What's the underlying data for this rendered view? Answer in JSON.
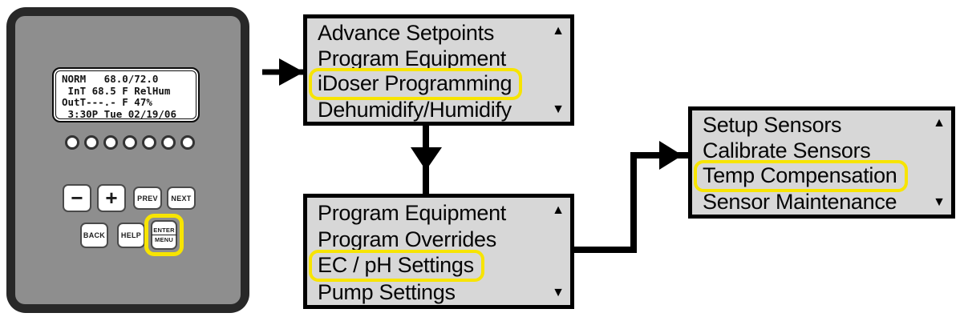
{
  "colors": {
    "highlight_yellow": "#f7e400",
    "menu_background": "#d7d7d7",
    "menu_border": "#000000",
    "device_frame": "#282828",
    "device_faceplate": "#8e8e8e",
    "arrow_color": "#000000"
  },
  "device": {
    "lcd_lines": [
      "NORM   68.0/72.0",
      " InT 68.5 F RelHum",
      "OutT---.- F 47%",
      " 3:30P Tue 02/19/06"
    ],
    "led_count": 7,
    "buttons": {
      "minus": "−",
      "plus": "+",
      "prev": "PREV",
      "next": "NEXT",
      "back": "BACK",
      "help": "HELP",
      "enter_top": "ENTER",
      "enter_bottom": "MENU"
    }
  },
  "icons": {
    "scroll_up": "▲",
    "scroll_down": "▼"
  },
  "menus": [
    {
      "name": "main-menu",
      "items": [
        {
          "label": "Advance Setpoints"
        },
        {
          "label": "Program Equipment"
        },
        {
          "label": "iDoser Programming",
          "highlighted": true
        },
        {
          "label": "Dehumidify/Humidify"
        }
      ]
    },
    {
      "name": "idoser-programming-menu",
      "items": [
        {
          "label": "Program Equipment"
        },
        {
          "label": "Program Overrides"
        },
        {
          "label": "EC / pH Settings",
          "highlighted": true
        },
        {
          "label": "Pump Settings"
        }
      ]
    },
    {
      "name": "ec-ph-settings-menu",
      "items": [
        {
          "label": "Setup Sensors"
        },
        {
          "label": "Calibrate Sensors"
        },
        {
          "label": "Temp Compensation",
          "highlighted": true
        },
        {
          "label": "Sensor Maintenance"
        }
      ]
    }
  ]
}
